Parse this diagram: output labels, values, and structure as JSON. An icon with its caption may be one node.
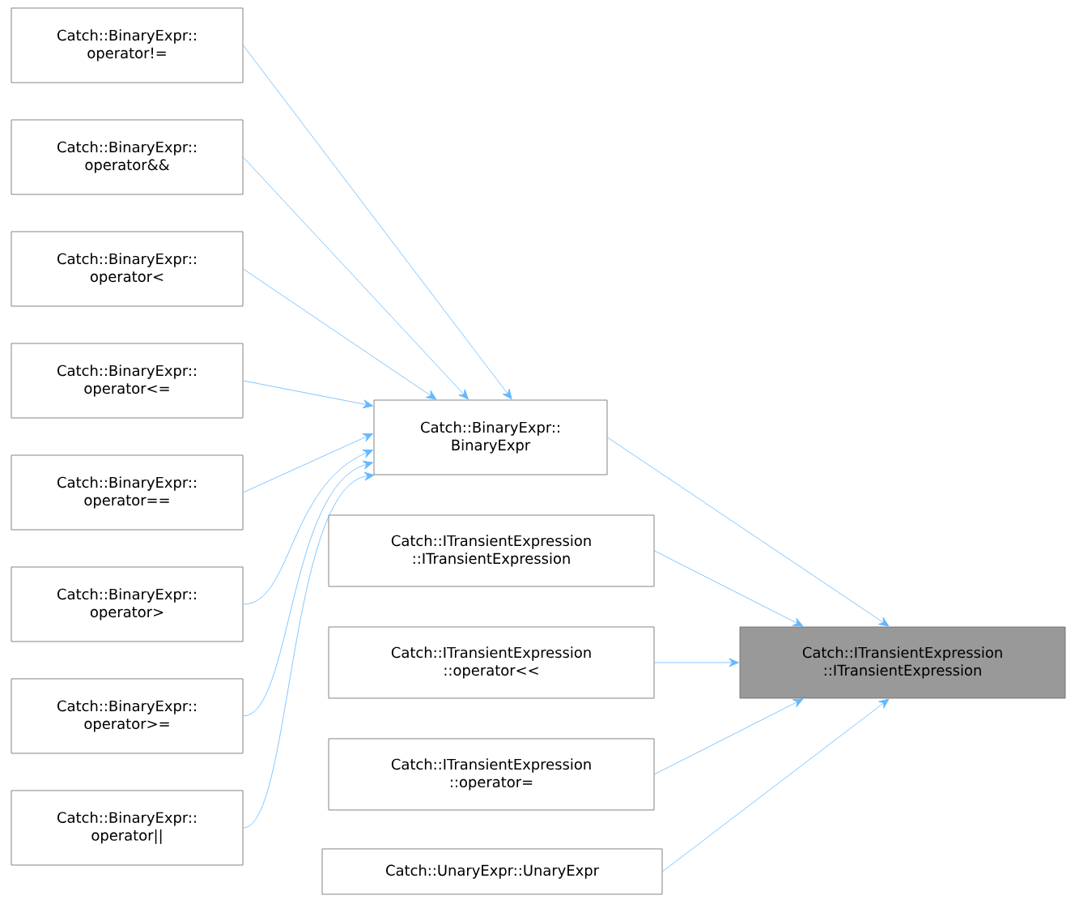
{
  "diagram": {
    "nodes": [
      {
        "text": [
          "Catch::BinaryExpr:: operator!="
        ]
      },
      {
        "text": [
          "Catch::BinaryExpr:: operator&&"
        ]
      },
      {
        "text": [
          "Catch::BinaryExpr:: operator<"
        ]
      },
      {
        "text": [
          "Catch::BinaryExpr:: operator<="
        ]
      },
      {
        "text": [
          "Catch::BinaryExpr:: operator=="
        ]
      },
      {
        "text": [
          "Catch::BinaryExpr:: operator>"
        ]
      },
      {
        "text": [
          "Catch::BinaryExpr:: operator>="
        ]
      },
      {
        "text": [
          "Catch::BinaryExpr:: operator||"
        ]
      },
      {
        "text": [
          "Catch::BinaryExpr:: BinaryExpr"
        ]
      },
      {
        "text": [
          "Catch::ITransientExpression ::ITransientExpression"
        ]
      },
      {
        "text": [
          "Catch::ITransientExpression ::operator<<"
        ]
      },
      {
        "text": [
          "Catch::ITransientExpression ::operator="
        ]
      },
      {
        "text": [
          "Catch::UnaryExpr::UnaryExpr"
        ]
      },
      {
        "text": [
          "Catch::ITransientExpression ::ITransientExpression"
        ]
      }
    ],
    "edges": [
      {
        "from": 0,
        "to": 8,
        "arrow": "to"
      },
      {
        "from": 1,
        "to": 8,
        "arrow": "to"
      },
      {
        "from": 2,
        "to": 8,
        "arrow": "to"
      },
      {
        "from": 3,
        "to": 8,
        "arrow": "to"
      },
      {
        "from": 4,
        "to": 8,
        "arrow": "to"
      },
      {
        "from": 5,
        "to": 8,
        "arrow": "to"
      },
      {
        "from": 6,
        "to": 8,
        "arrow": "to"
      },
      {
        "from": 7,
        "to": 8,
        "arrow": "to"
      },
      {
        "from": 8,
        "to": 13,
        "arrow": "to"
      },
      {
        "from": 9,
        "to": 13,
        "arrow": "to"
      },
      {
        "from": 10,
        "to": 13,
        "arrow": "to"
      },
      {
        "from": 11,
        "to": 13,
        "arrow": "to"
      },
      {
        "from": 12,
        "to": 13,
        "arrow": "to"
      }
    ]
  }
}
